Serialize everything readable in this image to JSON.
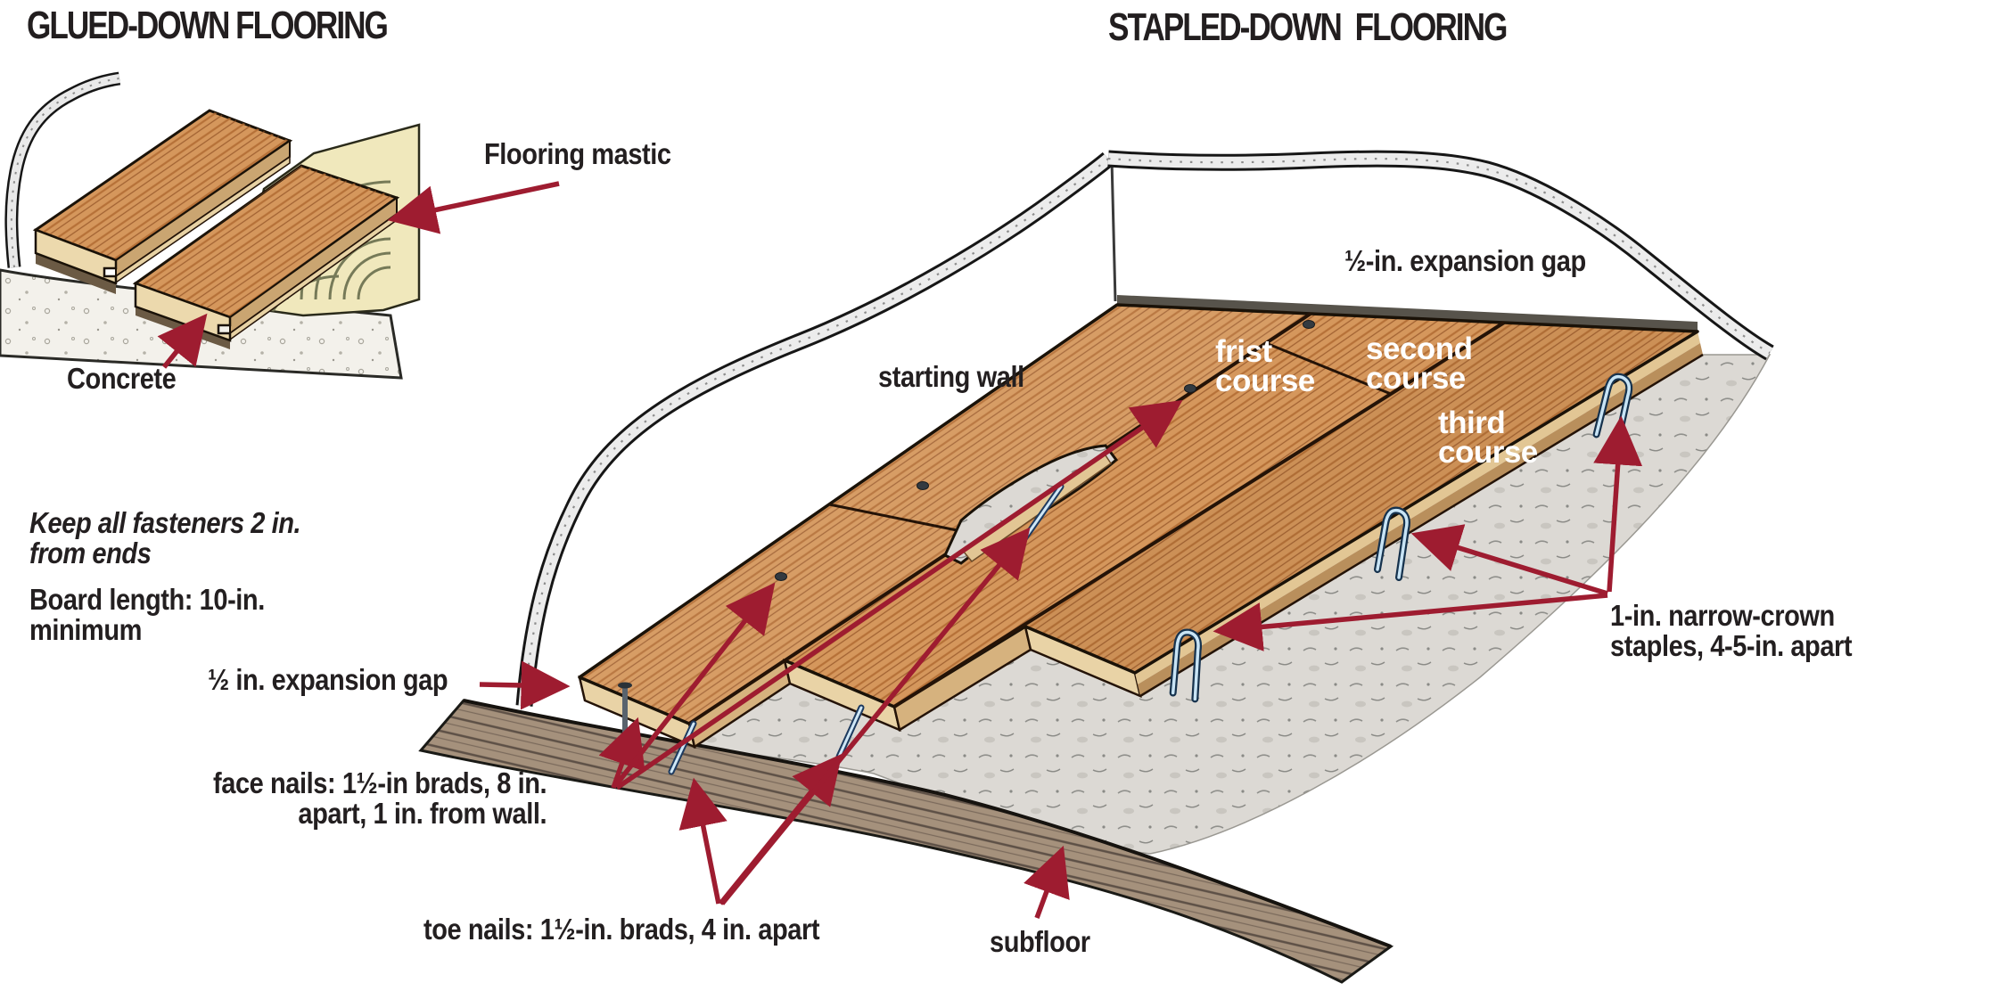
{
  "titles": {
    "left": "GLUED-DOWN FLOORING",
    "right": "STAPLED-DOWN FLOORING"
  },
  "glued_diagram": {
    "labels": {
      "flooring_mastic": "Flooring mastic",
      "concrete": "Concrete"
    }
  },
  "notes": {
    "fastener_note_line1": "Keep all fasteners 2 in.",
    "fastener_note_line2": "from ends",
    "board_length_line1": "Board length: 10-in.",
    "board_length_line2": "minimum"
  },
  "stapled_diagram": {
    "labels": {
      "expansion_gap_left": "½ in. expansion gap",
      "face_nails_line1": "face nails: 1½-in brads, 8 in.",
      "face_nails_line2": "apart, 1 in. from wall.",
      "toe_nails": "toe nails: 1½-in. brads, 4 in. apart",
      "starting_wall": "starting wall",
      "expansion_gap_right": "½-in. expansion gap",
      "course1_line1": "frist",
      "course1_line2": "course",
      "course2_line1": "second",
      "course2_line2": "course",
      "course3_line1": "third",
      "course3_line2": "course",
      "staples_line1": "1-in. narrow-crown",
      "staples_line2": "staples, 4-5-in. apart",
      "subfloor": "subfloor"
    }
  },
  "colors": {
    "arrow_red": "#9e1c30",
    "wood": "#d5975c",
    "wood_grain": "#a35f2c",
    "end_grain": "#e9d3a6",
    "subfloor_brown": "#a5917c",
    "underlayment_gray": "#dcd9d4",
    "staple_blue": "#c8e4f5",
    "mastic_cream": "#f0e8bc",
    "concrete_bg": "#f3f1eb",
    "wall_gray": "#e9e9e9",
    "text": "#231f20"
  }
}
